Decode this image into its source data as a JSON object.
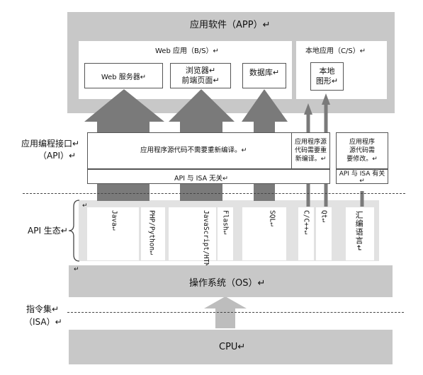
{
  "app": {
    "title": "应用软件（APP）↵"
  },
  "web": {
    "title": "Web 应用（B/S）↵",
    "server": "Web 服务器↵",
    "browser_line1": "浏览器↵",
    "browser_line2": "前端页面↵",
    "database": "数据库↵"
  },
  "local": {
    "title": "本地应用（C/S）↵",
    "graphics_line1": "本地",
    "graphics_line2": "图形↵"
  },
  "api_interface": {
    "label_line1": "应用编程接口↵",
    "label_line2": "（API）↵",
    "no_recompile": "应用程序源代码不需要重新编译。↵",
    "recompile_line1": "应用程序源",
    "recompile_line2": "代码需要重",
    "recompile_line3": "新编译。↵",
    "modify_line1": "应用程序",
    "modify_line2": "源代码需",
    "modify_line3": "要修改。↵",
    "isa_independent": "API 与 ISA 无关↵",
    "isa_dependent": "API 与 ISA 有关↵"
  },
  "ecosystem": {
    "label": "API 生态↵",
    "java": "Java↵",
    "php_python": "PHP/Python↵",
    "js_html_css": "JavaScript/HTML/CSS↵",
    "flash": "Flash↵",
    "sql": "SQL↵",
    "c_cpp": "C/C++↵",
    "qt": "Qt↵",
    "assembly": "汇编语言↵",
    "marker": "↵"
  },
  "os": {
    "title": "操作系统（OS）↵",
    "marker": "↵"
  },
  "isa": {
    "label_line1": "指令集↵",
    "label_line2": "（ISA）↵"
  },
  "cpu": {
    "title": "CPU↵"
  },
  "colors": {
    "dark_gray": "#c8c8c8",
    "light_gray": "#e2e2e2",
    "arrow_fill": "#7a7a7a",
    "border": "#555555"
  },
  "icons": {
    "brace": "left-curly-brace-icon",
    "up_arrow": "up-arrow-icon"
  }
}
